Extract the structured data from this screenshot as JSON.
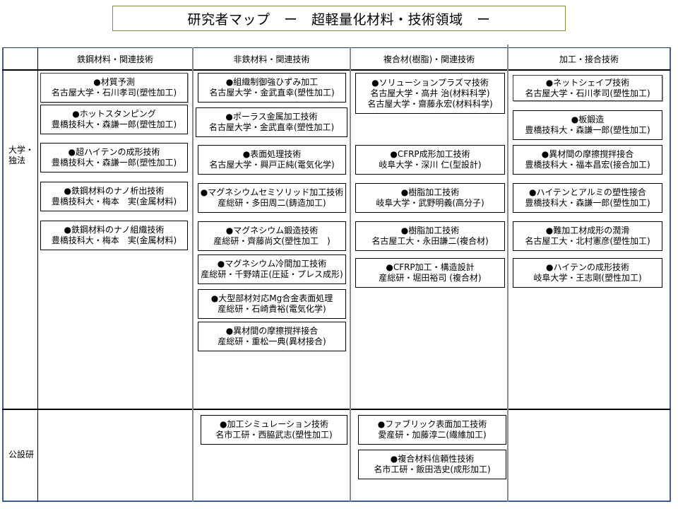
{
  "title": "研究者マップ　ー　超軽量化材料・技術領域　ー",
  "columns": [
    {
      "label": "鉄鋼材料・関連技術"
    },
    {
      "label": "非鉄材料・関連技術"
    },
    {
      "label": "複合材(樹脂)・関連技術"
    },
    {
      "label": "加工・接合技術"
    }
  ],
  "rows": [
    {
      "label": "大学・\n独法"
    },
    {
      "label": "公設研"
    }
  ],
  "cards": {
    "steel": [
      {
        "tech": "材質予測",
        "people": [
          "名古屋大学・石川孝司(塑性加工)"
        ]
      },
      {
        "tech": "ホットスタンピング",
        "people": [
          "豊橋技科大・森謙一郎(塑性加工)"
        ]
      },
      {
        "tech": "超ハイテンの成形技術",
        "people": [
          "豊橋技科大・森謙一郎(塑性加工)"
        ]
      },
      {
        "tech": "鉄鋼材料のナノ析出技術",
        "people": [
          "豊橋技科大・梅本　実(金属材料)"
        ]
      },
      {
        "tech": "鉄鋼材料のナノ組織技術",
        "people": [
          "豊橋技科大・梅本　実(金属材料)"
        ]
      }
    ],
    "nonferrous": [
      {
        "tech": "組織制御強ひずみ加工",
        "people": [
          "名古屋大学・金武直幸(塑性加工)"
        ]
      },
      {
        "tech": "ポーラス金属加工技術",
        "people": [
          "名古屋大学・金武直幸(塑性加工)"
        ]
      },
      {
        "tech": "表面処理技術",
        "people": [
          "名古屋大学・興戸正純(電気化学)"
        ]
      },
      {
        "tech": "マグネシウムセミソリッド加工技術",
        "people": [
          "産総研・多田周二(鋳造加工)"
        ]
      },
      {
        "tech": "マグネシウム鍛造技術",
        "people": [
          "産総研・齊藤尚文(塑性加工　)"
        ]
      },
      {
        "tech": "マグネシウム冷間加工技術",
        "people": [
          "産総研・千野靖正(圧延・プレス成形)"
        ]
      },
      {
        "tech": "大型部材対応Mg合金表面処理",
        "people": [
          "産総研・石崎貴裕(電気化学)"
        ]
      },
      {
        "tech": "異材間の摩擦撹拌接合",
        "people": [
          "産総研・重松一典(異材接合)"
        ]
      }
    ],
    "composite": [
      {
        "tech": "ソリューションプラズマ技術",
        "people": [
          "名古屋大学・高井 治(材料科学)",
          "名古屋大学・齋藤永宏(材料科学)"
        ]
      },
      {
        "tech": "CFRP成形加工技術",
        "people": [
          "岐阜大学・深川 仁(型設計)"
        ]
      },
      {
        "tech": "樹脂加工技術",
        "people": [
          "岐阜大学・武野明義(高分子)"
        ]
      },
      {
        "tech": "樹脂加工技術",
        "people": [
          "名古屋工大・永田謙二(複合材)"
        ]
      },
      {
        "tech": "CFRP加工・構造設計",
        "people": [
          "産総研・堀田裕司 (複合材)"
        ]
      }
    ],
    "joining": [
      {
        "tech": "ネットシェイプ技術",
        "people": [
          "名古屋大学・石川孝司(塑性加工)"
        ]
      },
      {
        "tech": "板鍛造",
        "people": [
          "豊橋技科大・森謙一郎(塑性加工)"
        ]
      },
      {
        "tech": "異材間の摩擦撹拌接合",
        "people": [
          "豊橋技科大・福本昌宏(接合加工)"
        ]
      },
      {
        "tech": "ハイテンとアルミの塑性接合",
        "people": [
          "豊橋技科大・森謙一郎(塑性加工)"
        ]
      },
      {
        "tech": "難加工材成形の潤滑",
        "people": [
          "名古屋工大・北村憲彦(塑性加工)"
        ]
      },
      {
        "tech": "ハイテンの成形技術",
        "people": [
          "岐阜大学・王志剛(塑性加工)"
        ]
      }
    ],
    "public_nonferrous": [
      {
        "tech": "加工シミュレーション技術",
        "people": [
          "名市工研・西脇武志(塑性加工)"
        ]
      }
    ],
    "public_composite": [
      {
        "tech": "ファブリック表面加工技術",
        "people": [
          "愛産研・加藤淳二(繊維加工)"
        ]
      },
      {
        "tech": "複合材料信頼性技術",
        "people": [
          "名市工研・飯田浩史(成形加工)"
        ]
      }
    ]
  }
}
